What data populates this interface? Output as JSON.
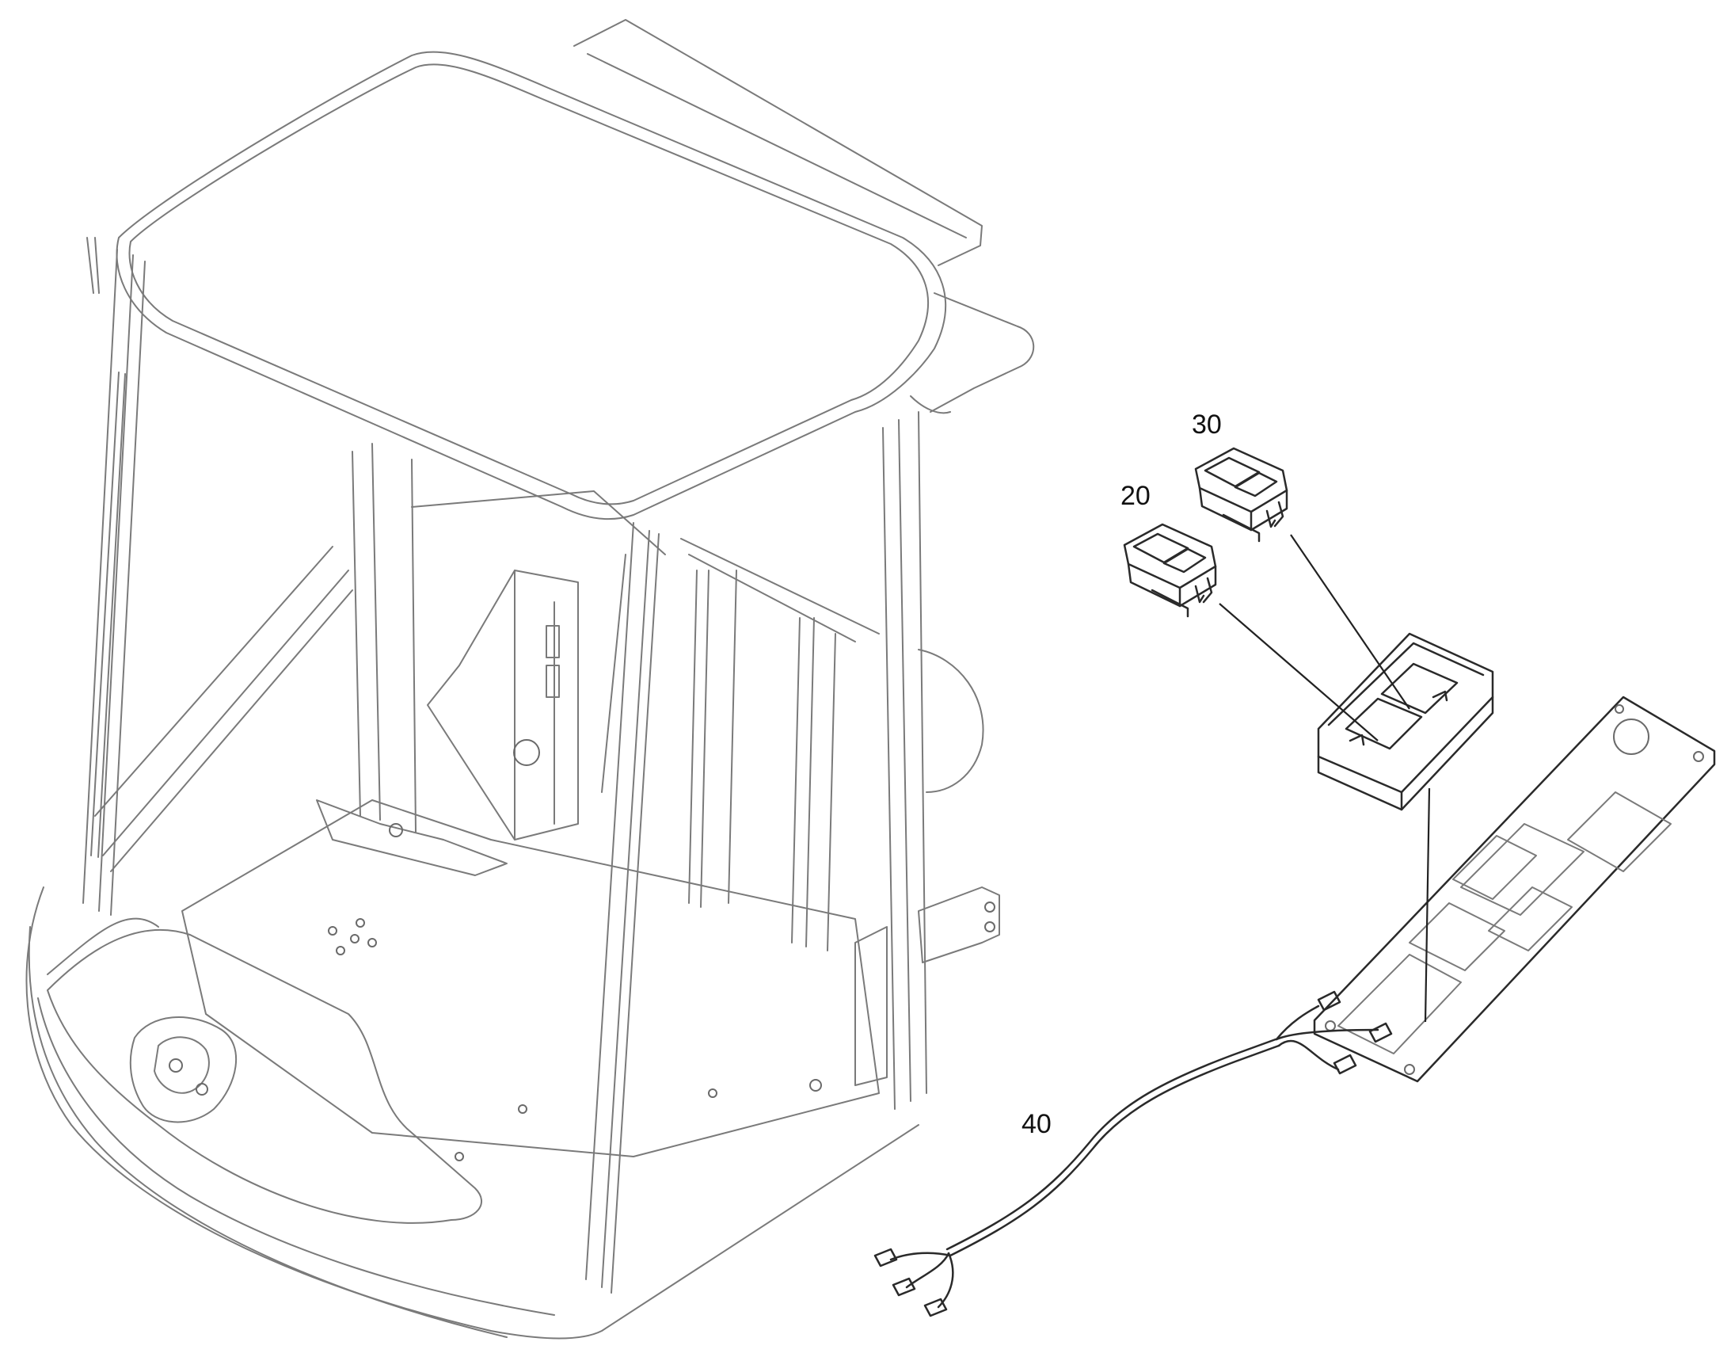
{
  "callouts": {
    "switch_a": "20",
    "switch_b": "30",
    "harness": "40"
  },
  "colors": {
    "line": "#7a7a7a",
    "part": "#2a2a2a",
    "background": "#ffffff"
  }
}
